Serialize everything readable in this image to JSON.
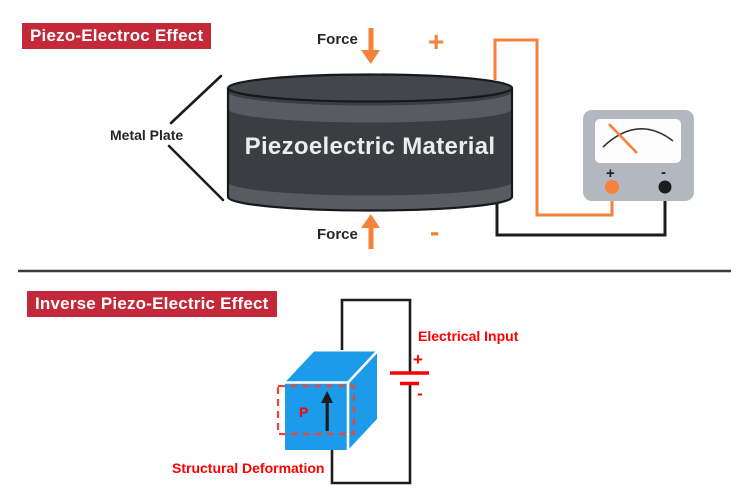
{
  "section_direct": {
    "title": "Piezo-Electroc Effect",
    "force_top_label": "Force",
    "force_bottom_label": "Force",
    "charge_plus_label": "+",
    "charge_minus_label": "-",
    "metal_plate_label": "Metal Plate",
    "material_label": "Piezoelectric Material",
    "voltmeter": {
      "plus_terminal_label": "+",
      "minus_terminal_label": "-"
    }
  },
  "section_inverse": {
    "title": "Inverse Piezo-Electric Effect",
    "electrical_input_label": "Electrical Input",
    "battery_plus_label": "+",
    "battery_minus_label": "-",
    "polarization_label": "P",
    "deformation_label": "Structural Deformation"
  },
  "colors": {
    "title_badge_red": "#c4293a",
    "pure_red": "#fe0000",
    "deformation_dash_red": "#f44336",
    "accent_orange": "#f5823a",
    "cube_blue": "#1b9be9",
    "cylinder_body": "#3a3d41",
    "cylinder_plate_band": "#585c62",
    "meter_gray": "#b3b7bf",
    "wire_black": "#1d1d1d"
  }
}
